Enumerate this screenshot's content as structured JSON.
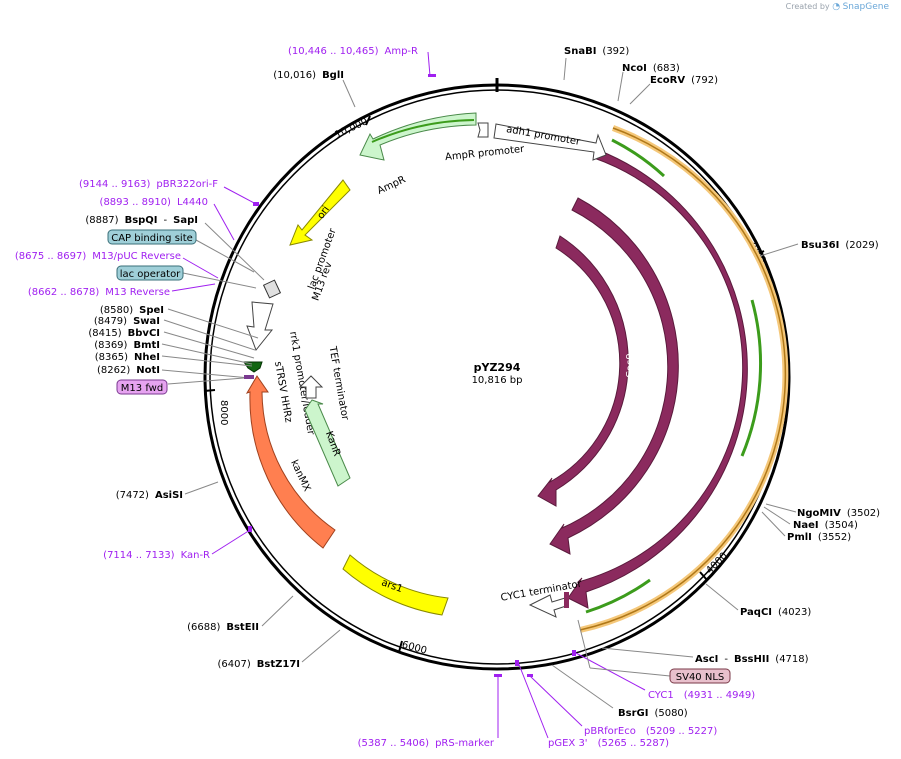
{
  "watermark": {
    "prefix": "Created by",
    "brand": "SnapGene"
  },
  "plasmid": {
    "name": "pYZ294",
    "length": "10,816 bp"
  },
  "ticks": [
    "2000",
    "4000",
    "6000",
    "8000",
    "10,000"
  ],
  "features": [
    {
      "label": "Cas9"
    },
    {
      "label": "Cas9"
    },
    {
      "label": "Cas9"
    },
    {
      "label": "AmpR"
    },
    {
      "label": "AmpR promoter"
    },
    {
      "label": "adh1 promoter"
    },
    {
      "label": "ori"
    },
    {
      "label": "lac promoter"
    },
    {
      "label": "M13 rev"
    },
    {
      "label": "rrk1 promoter/leader"
    },
    {
      "label": "sTRSV HHRz"
    },
    {
      "label": "TEF terminator"
    },
    {
      "label": "KanR"
    },
    {
      "label": "kanMX"
    },
    {
      "label": "ars1"
    },
    {
      "label": "CYC1 terminator"
    }
  ],
  "sites": [
    {
      "name": "SnaBI",
      "pos": "(392)"
    },
    {
      "name": "NcoI",
      "pos": "(683)"
    },
    {
      "name": "EcoRV",
      "pos": "(792)"
    },
    {
      "name": "Bsu36I",
      "pos": "(2029)"
    },
    {
      "name": "NgoMIV",
      "pos": "(3502)"
    },
    {
      "name": "NaeI",
      "pos": "(3504)"
    },
    {
      "name": "PmlI",
      "pos": "(3552)"
    },
    {
      "name": "PaqCI",
      "pos": "(4023)"
    },
    {
      "name": "AscI",
      "sep": "-",
      "name2": "BssHII",
      "pos": "(4718)"
    },
    {
      "name": "BsrGI",
      "pos": "(5080)"
    },
    {
      "name": "BstZ17I",
      "pos": "(6407)"
    },
    {
      "name": "BstEII",
      "pos": "(6688)"
    },
    {
      "name": "AsiSI",
      "pos": "(7472)"
    },
    {
      "name": "NotI",
      "pos": "(8262)"
    },
    {
      "name": "NheI",
      "pos": "(8365)"
    },
    {
      "name": "BmtI",
      "pos": "(8369)"
    },
    {
      "name": "BbvCI",
      "pos": "(8415)"
    },
    {
      "name": "SwaI",
      "pos": "(8479)"
    },
    {
      "name": "SpeI",
      "pos": "(8580)"
    },
    {
      "name": "BspQI",
      "sep": "-",
      "name2": "SapI",
      "pos": "(8887)"
    },
    {
      "name": "BglI",
      "pos": "(10,016)"
    }
  ],
  "primers": [
    {
      "name": "Amp-R",
      "range": "(10,446 .. 10,465)"
    },
    {
      "name": "pBR322ori-F",
      "range": "(9144 .. 9163)"
    },
    {
      "name": "L4440",
      "range": "(8893 .. 8910)"
    },
    {
      "name": "M13/pUC Reverse",
      "range": "(8675 .. 8697)"
    },
    {
      "name": "M13 Reverse",
      "range": "(8662 .. 8678)"
    },
    {
      "name": "Kan-R",
      "range": "(7114 .. 7133)"
    },
    {
      "name": "pRS-marker",
      "range": "(5387 .. 5406)"
    },
    {
      "name": "pGEX 3'",
      "range": "(5265 .. 5287)"
    },
    {
      "name": "pBRforEco",
      "range": "(5209 .. 5227)"
    },
    {
      "name": "CYC1",
      "range": "(4931 .. 4949)"
    }
  ],
  "boxes": [
    {
      "label": "CAP binding site"
    },
    {
      "label": "lac operator"
    },
    {
      "label": "M13 fwd"
    },
    {
      "label": "SV40 NLS"
    }
  ],
  "colors": {
    "cas9": "#8b2a5e",
    "ampr": "#ccf5cc",
    "ori": "#ffff00",
    "kanmx": "#ff7f50",
    "primer": "#a020f0",
    "site": "#000000",
    "cap_box": "#9fcfd8",
    "lac_box": "#9fcfd8",
    "m13_box": "#e6a3f0",
    "sv40_box": "#e8c0cc",
    "primer_band": "#f5c87a",
    "primer_arrow": "#3c9c1c"
  }
}
